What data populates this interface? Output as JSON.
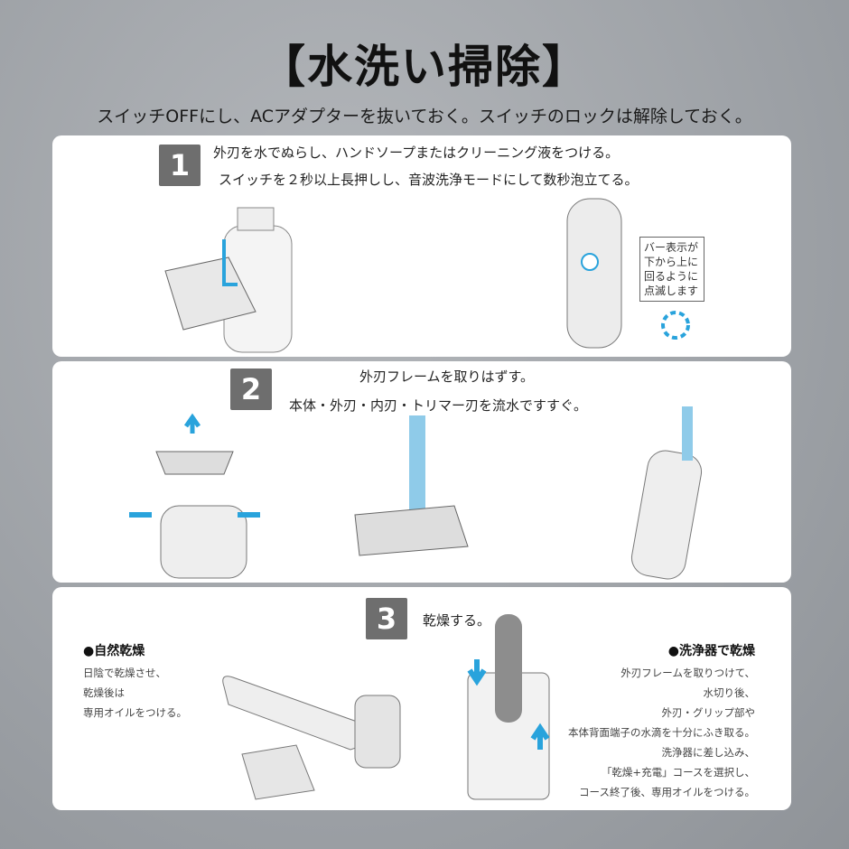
{
  "title": "【水洗い掃除】",
  "subtitle": "スイッチOFFにし、ACアダプターを抜いておく。スイッチのロックは解除しておく。",
  "steps": [
    {
      "number": "1",
      "lines": [
        "外刃を水でぬらし、ハンドソープまたはクリーニング液をつける。",
        "スイッチを２秒以上長押しし、音波洗浄モードにして数秒泡立てる。"
      ],
      "note": "バー表示が下から上に回るように点滅します"
    },
    {
      "number": "2",
      "lines": [
        "外刃フレームを取りはずす。",
        "本体・外刃・内刃・トリマー刃を流水ですすぐ。"
      ]
    },
    {
      "number": "3",
      "lines": [
        "乾燥する。"
      ],
      "natural": {
        "heading": "●自然乾燥",
        "lines": [
          "日陰で乾燥させ、",
          "乾燥後は",
          "専用オイルをつける。"
        ]
      },
      "cleaner": {
        "heading": "●洗浄器で乾燥",
        "lines": [
          "外刃フレームを取りつけて、",
          "水切り後、",
          "外刃・グリップ部や",
          "本体背面端子の水滴を十分にふき取る。",
          "洗浄器に差し込み、",
          "「乾燥+充電」コースを選択し、",
          "コース終了後、専用オイルをつける。"
        ]
      }
    }
  ],
  "colors": {
    "accent": "#29a3dc",
    "badge": "#6e6e6e"
  }
}
